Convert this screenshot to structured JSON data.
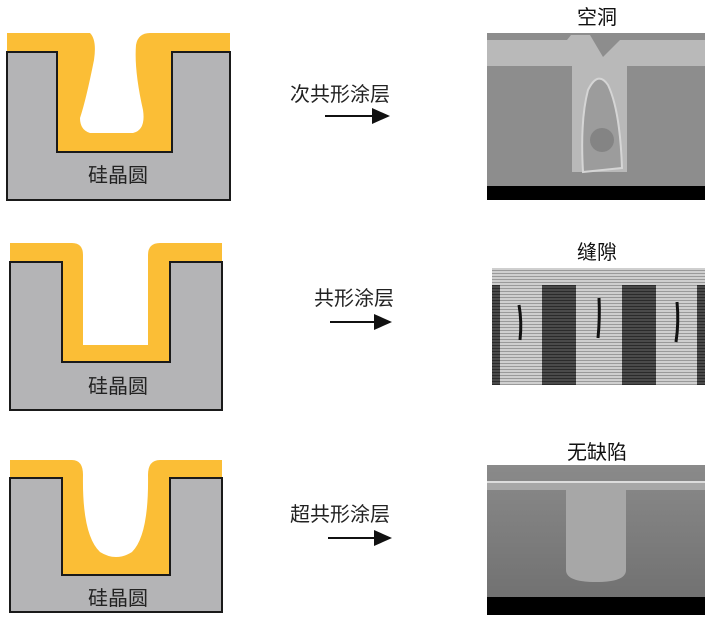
{
  "colors": {
    "coating": "#FBBE36",
    "wafer": "#B4B4B6",
    "outline": "#1a1a1a"
  },
  "rows": [
    {
      "wafer_label": "硅晶圆",
      "process_label": "次共形涂层",
      "result_label": "空洞"
    },
    {
      "wafer_label": "硅晶圆",
      "process_label": "共形涂层",
      "result_label": "缝隙"
    },
    {
      "wafer_label": "硅晶圆",
      "process_label": "超共形涂层",
      "result_label": "无缺陷"
    }
  ]
}
